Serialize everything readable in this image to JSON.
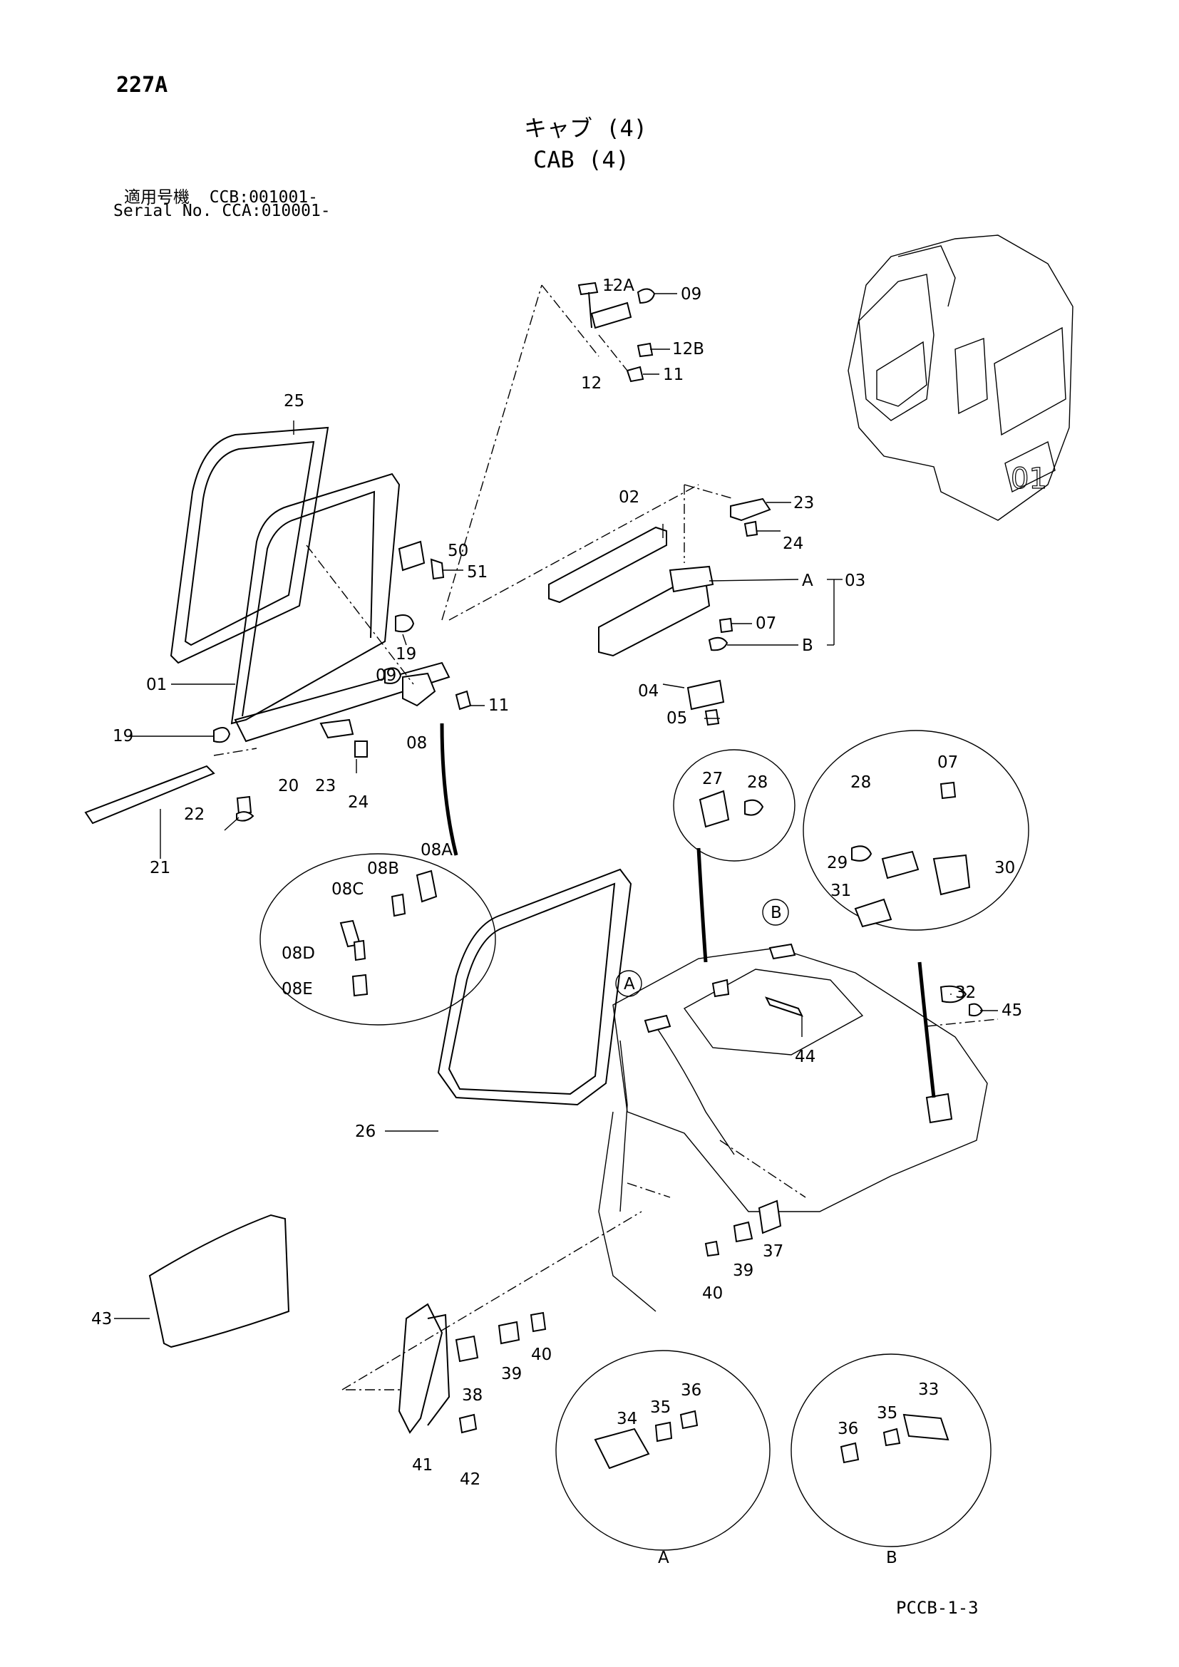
{
  "page_number": "227A",
  "title_jp": "キャブ (4)",
  "title_en": "CAB (4)",
  "serial_jp": "適用号機  CCB:001001-",
  "serial_en": "Serial No. CCA:010001-",
  "footer_code": "PCCB-1-3",
  "callouts": {
    "c12A": "12A",
    "c09a": "09",
    "c12B": "12B",
    "c12": "12",
    "c11a": "11",
    "c25": "25",
    "c50": "50",
    "c51": "51",
    "c02": "02",
    "c23a": "23",
    "c24a": "24",
    "cA": "A",
    "c03": "03",
    "c07a": "07",
    "cB": "B",
    "c19a": "19",
    "c01": "01",
    "c09b": "09",
    "c11b": "11",
    "c08": "08",
    "c19b": "19",
    "c20": "20",
    "c23b": "23",
    "c24b": "24",
    "c22": "22",
    "c21": "21",
    "c04": "04",
    "c05": "05",
    "c08A": "08A",
    "c08B": "08B",
    "c08C": "08C",
    "c08D": "08D",
    "c08E": "08E",
    "c27": "27",
    "c28a": "28",
    "c28b": "28",
    "c07b": "07",
    "c29": "29",
    "c30": "30",
    "c31": "31",
    "cBcircle": "B",
    "cAcircle": "A",
    "c32": "32",
    "c45": "45",
    "c44": "44",
    "c26": "26",
    "c37": "37",
    "c39a": "39",
    "c40a": "40",
    "c43": "43",
    "c38": "38",
    "c39b": "39",
    "c40b": "40",
    "c41": "41",
    "c42": "42",
    "c34": "34",
    "c35a": "35",
    "c36a": "36",
    "c33": "33",
    "c35b": "35",
    "c36b": "36",
    "viewA": "A",
    "viewB": "B",
    "cabmark": "01"
  }
}
